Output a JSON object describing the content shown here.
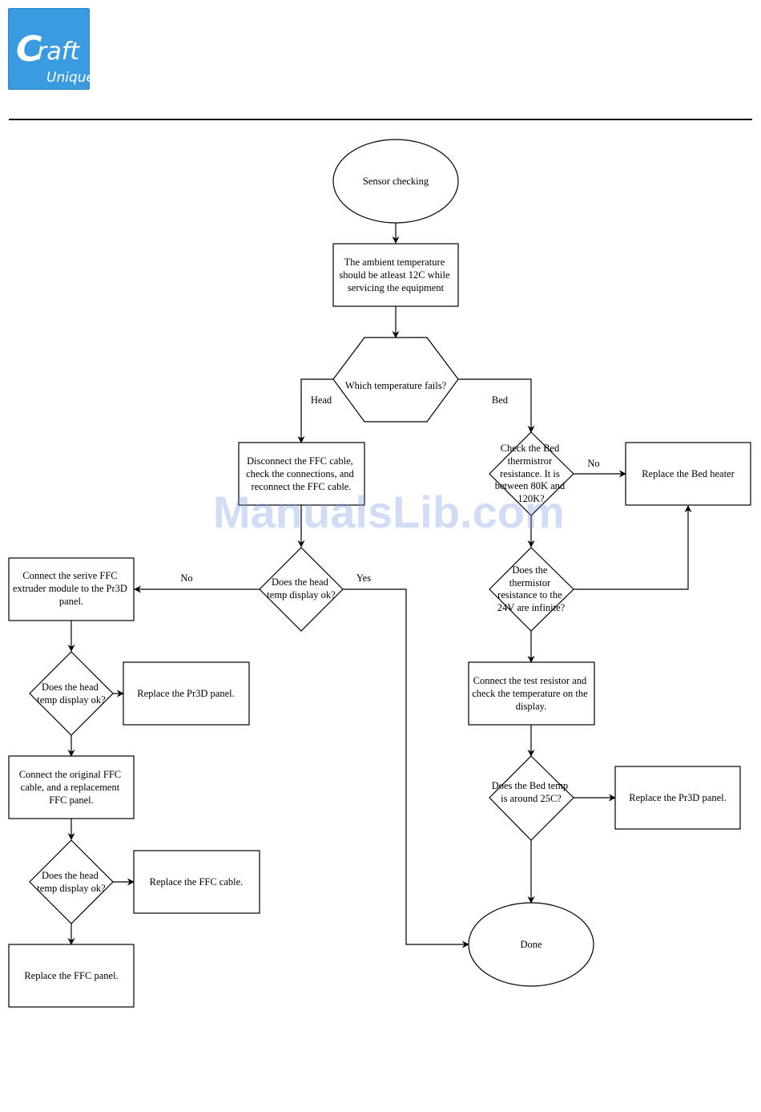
{
  "brand": {
    "logo_text_main": "Craft",
    "logo_text_sub": "Unique",
    "logo_color": "#3a9be0"
  },
  "watermark": "ManualsLib.com",
  "nodes": {
    "start": [
      "Sensor checking"
    ],
    "ambient": [
      "The ambient temperature",
      "should be atleast 12C while",
      "servicing the equipment"
    ],
    "which": [
      "Which temperature fails?"
    ],
    "disconnect": [
      "Disconnect the FFC cable,",
      "check the connections, and",
      "reconnect the FFC cable."
    ],
    "head_ok_1": [
      "Does the head",
      "temp display ok?"
    ],
    "connect_serive": [
      "Connect the serive FFC",
      "extruder module to the Pr3D",
      "panel."
    ],
    "head_ok_2": [
      "Does the head",
      "temp display ok?"
    ],
    "replace_pr3d_1": [
      "Replace the Pr3D panel."
    ],
    "connect_original": [
      "Connect the original FFC",
      "cable, and a replacement",
      "FFC panel."
    ],
    "head_ok_3": [
      "Does the head",
      "temp display ok?"
    ],
    "replace_ffc_cable": [
      "Replace the FFC cable."
    ],
    "replace_ffc_panel": [
      "Replace the FFC panel."
    ],
    "check_bed": [
      "Check the Bed",
      "thermistror",
      "resistance. It is",
      "between 80K and",
      "120K?"
    ],
    "replace_bed_heater": [
      "Replace the Bed heater"
    ],
    "infinite": [
      "Does the",
      "thermistor",
      "resistance to the",
      "24V are infinite?"
    ],
    "test_resistor": [
      "Connect the test resistor and",
      "check the temperature on the",
      "display."
    ],
    "bed_25c": [
      "Does the Bed temp",
      "is around 25C?"
    ],
    "replace_pr3d_2": [
      "Replace the Pr3D panel."
    ],
    "done": [
      "Done"
    ]
  },
  "edges": {
    "head": "Head",
    "bed": "Bed",
    "no_head": "No",
    "yes_head": "Yes",
    "no_bed": "No"
  }
}
